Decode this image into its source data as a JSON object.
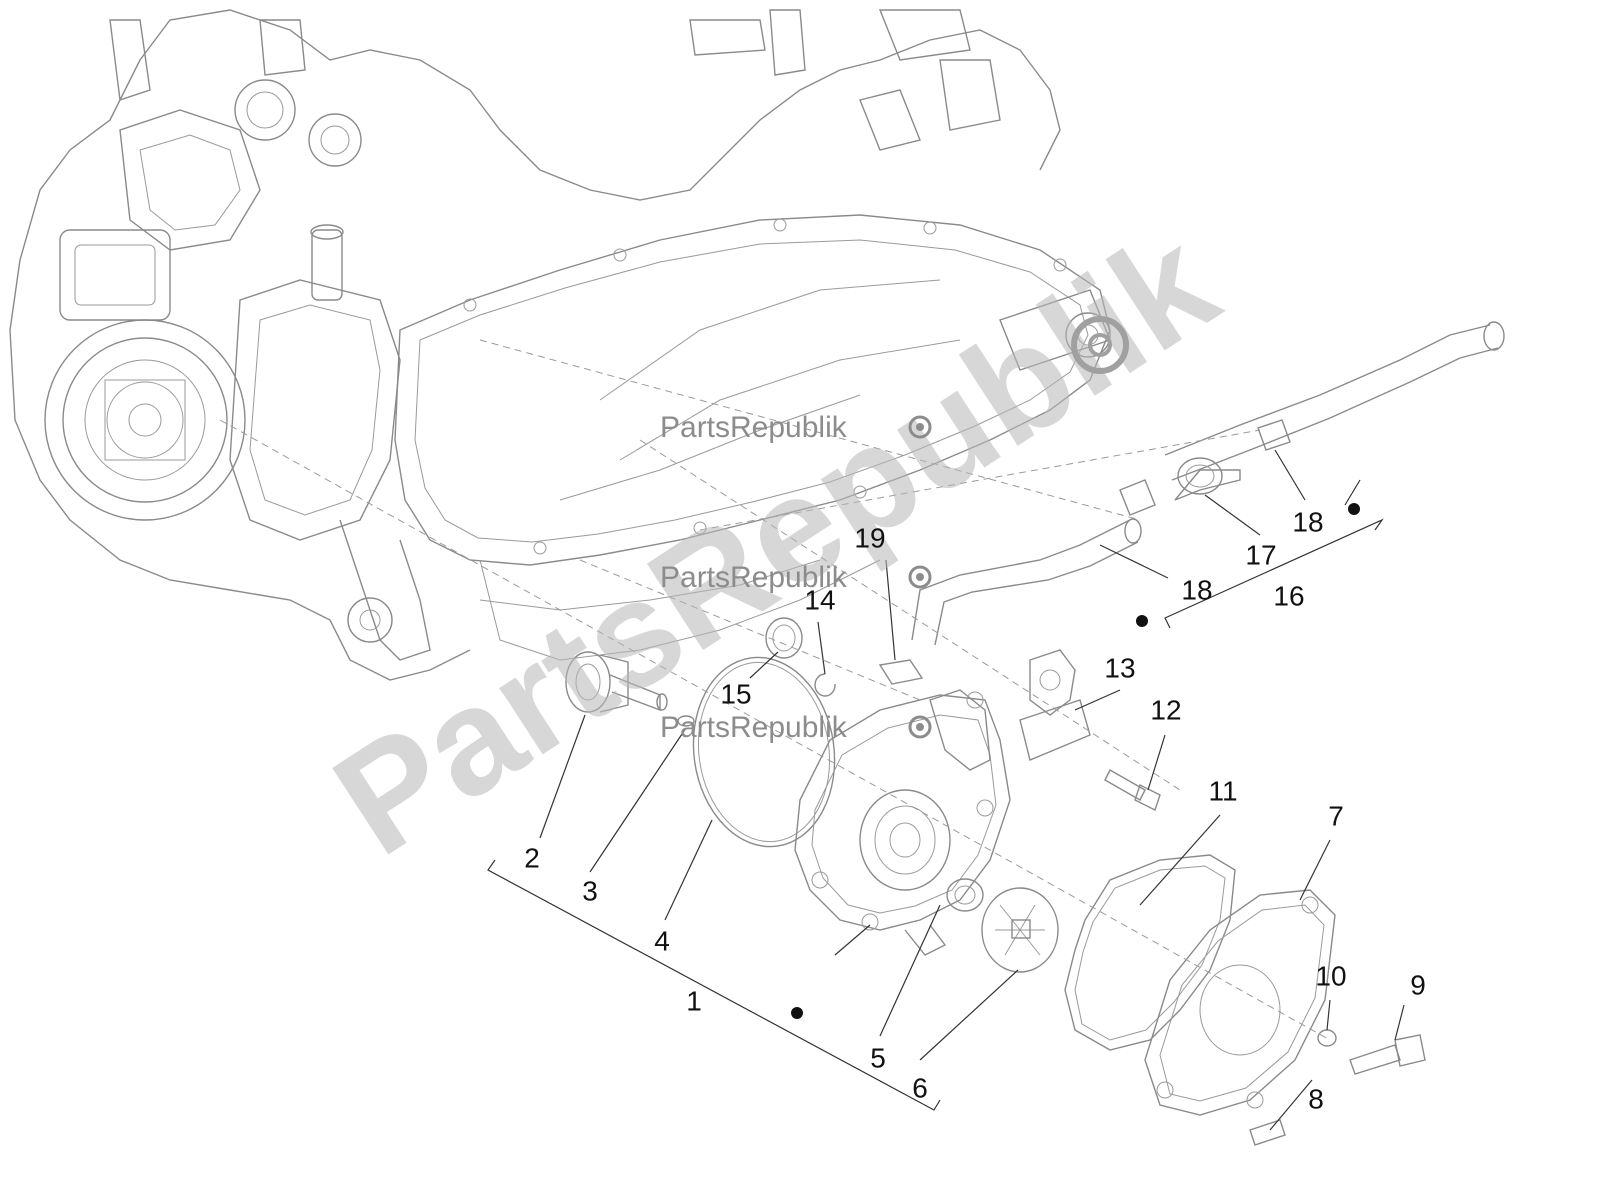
{
  "watermark": {
    "brand": "PartsRepublik",
    "big_text": "PartsRepublik"
  },
  "callouts": [
    {
      "id": "c1",
      "label": "1"
    },
    {
      "id": "c2",
      "label": "2"
    },
    {
      "id": "c3",
      "label": "3"
    },
    {
      "id": "c4",
      "label": "4"
    },
    {
      "id": "c5",
      "label": "5"
    },
    {
      "id": "c6",
      "label": "6"
    },
    {
      "id": "c7",
      "label": "7"
    },
    {
      "id": "c8",
      "label": "8"
    },
    {
      "id": "c9",
      "label": "9"
    },
    {
      "id": "c10",
      "label": "10"
    },
    {
      "id": "c11",
      "label": "11"
    },
    {
      "id": "c12",
      "label": "12"
    },
    {
      "id": "c13",
      "label": "13"
    },
    {
      "id": "c14",
      "label": "14"
    },
    {
      "id": "c15",
      "label": "15"
    },
    {
      "id": "c16",
      "label": "16"
    },
    {
      "id": "c17",
      "label": "17"
    },
    {
      "id": "c18a",
      "label": "18"
    },
    {
      "id": "c18b",
      "label": "18"
    },
    {
      "id": "c19",
      "label": "19"
    }
  ],
  "colors": {
    "line_art": "#8a8a8a",
    "label_text": "#111111",
    "watermark": "#b8b8b8"
  },
  "icons": [
    "gear-icon"
  ]
}
